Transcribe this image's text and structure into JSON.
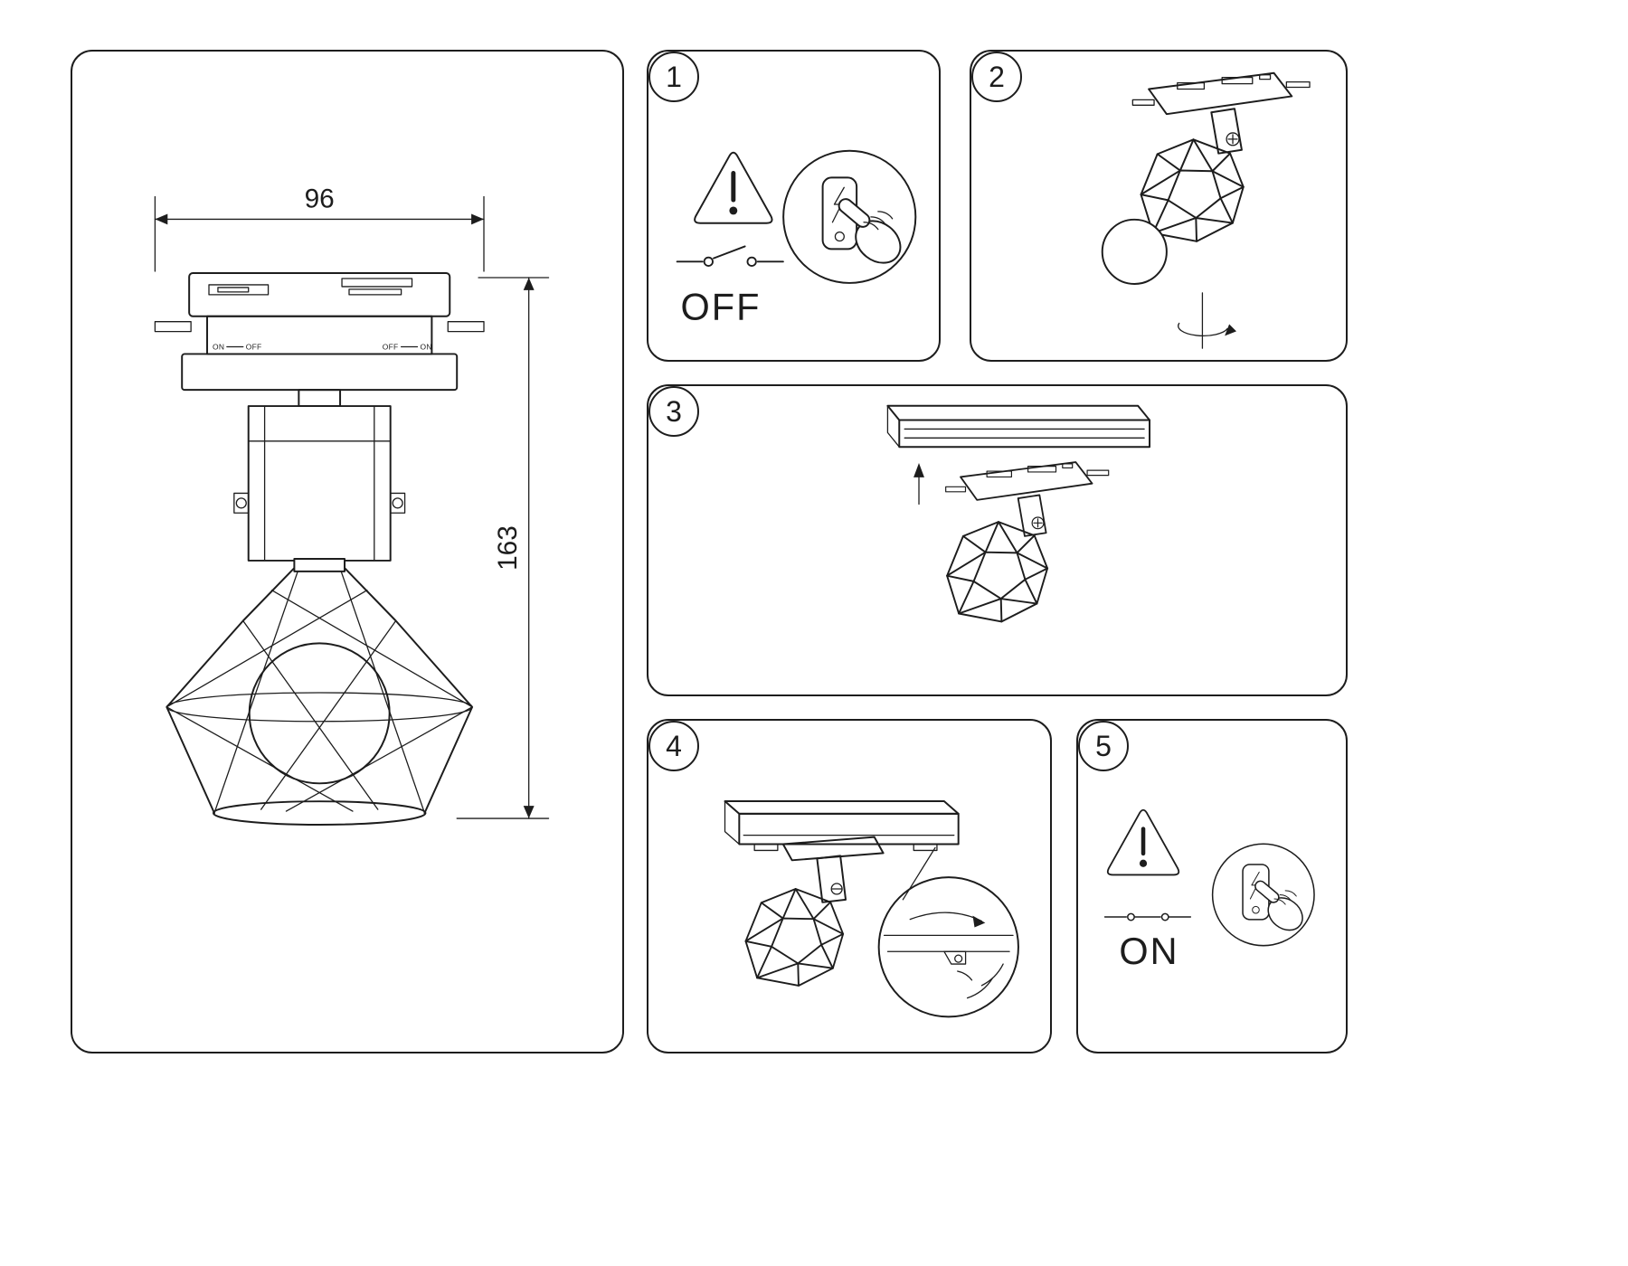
{
  "title": "Track spotlight mounting instructions",
  "colors": {
    "line": "#1d1d1d",
    "background": "#ffffff"
  },
  "left_panel": {
    "dim_width": "96",
    "dim_height": "163",
    "adapter_labels": {
      "left_on": "ON",
      "left_off": "OFF",
      "right_off": "OFF",
      "right_on": "ON"
    },
    "icons": [
      "track-adapter-front-view",
      "gimbal-bracket",
      "wire-cage-shade",
      "bulb",
      "dimension-arrows"
    ]
  },
  "steps": [
    {
      "number": "1",
      "caption": "OFF",
      "icons": [
        "warning-triangle",
        "open-circuit-switch",
        "press-wall-switch-hand"
      ]
    },
    {
      "number": "2",
      "caption": "",
      "icons": [
        "track-adapter",
        "cage-spotlight-with-bulb",
        "rotation-arrow"
      ]
    },
    {
      "number": "3",
      "caption": "",
      "icons": [
        "track-rail",
        "insert-up-arrow",
        "track-adapter",
        "cage-spotlight"
      ]
    },
    {
      "number": "4",
      "caption": "",
      "icons": [
        "mounted-track-rail",
        "cage-spotlight",
        "lock-lever-zoom-detail"
      ]
    },
    {
      "number": "5",
      "caption": "ON",
      "icons": [
        "warning-triangle",
        "closed-circuit-switch",
        "press-wall-switch-hand"
      ]
    }
  ]
}
